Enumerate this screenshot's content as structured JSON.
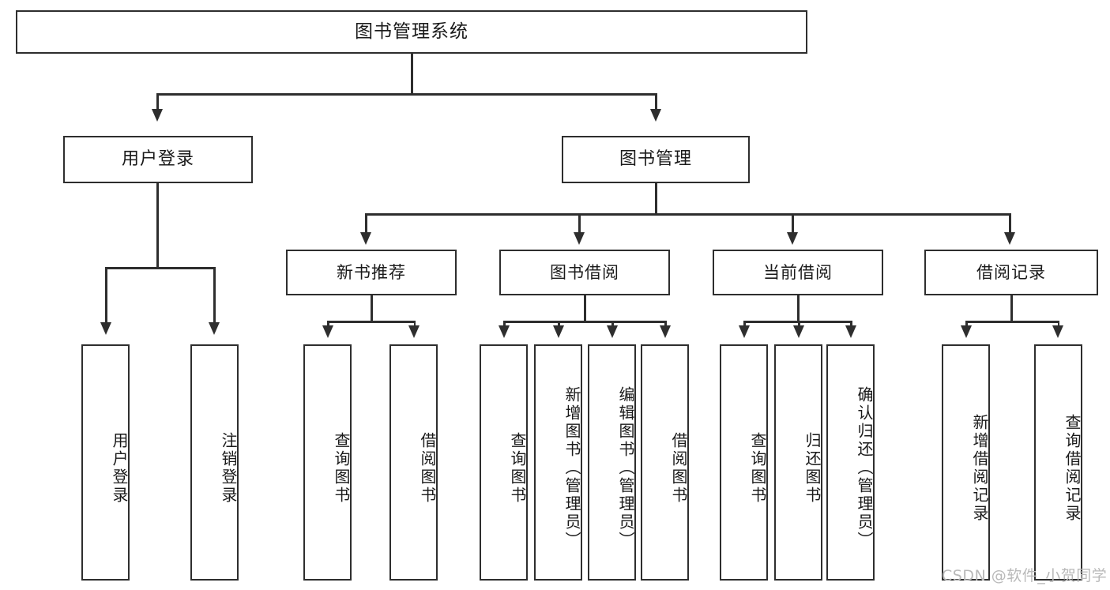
{
  "diagram": {
    "title": "图书管理系统",
    "type": "tree-hierarchy-diagram",
    "watermark": "CSDN @软件_小贺同学",
    "colors": {
      "stroke": "#2e2e2e",
      "fill": "#ffffff",
      "text": "#1a1a1a",
      "watermark": "#b9b9b9"
    },
    "root": {
      "label": "图书管理系统"
    },
    "level2": [
      {
        "label": "用户登录"
      },
      {
        "label": "图书管理"
      }
    ],
    "level3": [
      {
        "label": "新书推荐"
      },
      {
        "label": "图书借阅"
      },
      {
        "label": "当前借阅"
      },
      {
        "label": "借阅记录"
      }
    ],
    "leaves": {
      "user_login": [
        {
          "label": "用户登录"
        },
        {
          "label": "注销登录"
        }
      ],
      "new_book_recommend": [
        {
          "label": "查询图书"
        },
        {
          "label": "借阅图书"
        }
      ],
      "book_borrow": [
        {
          "label": "查询图书"
        },
        {
          "label": "新增图书（管理员）"
        },
        {
          "label": "编辑图书（管理员）"
        },
        {
          "label": "借阅图书"
        }
      ],
      "current_borrow": [
        {
          "label": "查询图书"
        },
        {
          "label": "归还图书"
        },
        {
          "label": "确认归还（管理员）"
        }
      ],
      "borrow_record": [
        {
          "label": "新增借阅记录"
        },
        {
          "label": "查询借阅记录"
        }
      ]
    }
  }
}
